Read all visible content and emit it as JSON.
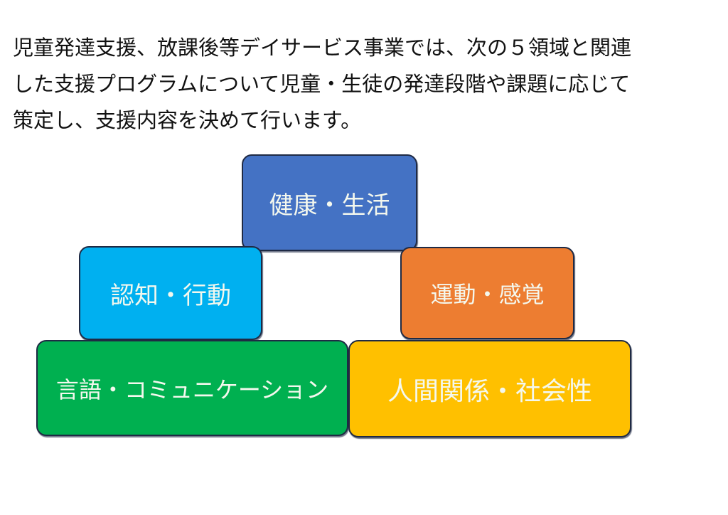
{
  "paragraph": {
    "lines": [
      "児童発達支援、放課後等デイサービス事業では、次の５領域と関連",
      "した支援プログラムについて児童・生徒の発達段階や課題に応じて",
      "策定し、支援内容を決めて行います。"
    ]
  },
  "domains": [
    {
      "label": "健康・生活",
      "color": "#4472c4"
    },
    {
      "label": "認知・行動",
      "color": "#00b0f0"
    },
    {
      "label": "運動・感覚",
      "color": "#ed7d31"
    },
    {
      "label": "言語・コミュニケーション",
      "color": "#00b050"
    },
    {
      "label": "人間関係・社会性",
      "color": "#ffc000"
    }
  ]
}
